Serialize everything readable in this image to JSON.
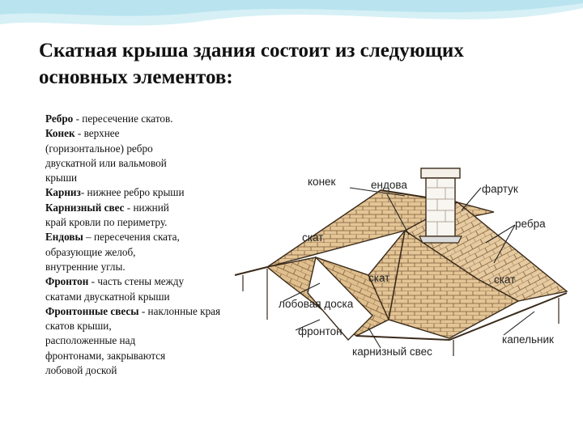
{
  "slide": {
    "title_line1": "Скатная крыша здания состоит из следующих",
    "title_line2": "основных элементов:",
    "definitions": [
      {
        "term": "Ребро",
        "sep": " - ",
        "lines": [
          "пересечение скатов."
        ]
      },
      {
        "term": "Конек",
        "sep": " - ",
        "lines": [
          "верхнее",
          "(горизонтальное) ребро",
          "двускатной или вальмовой",
          "крыши"
        ]
      },
      {
        "term": "Карниз",
        "sep": "- ",
        "lines": [
          "нижнее ребро крыши"
        ]
      },
      {
        "term": "Карнизный свес",
        "sep": " - ",
        "lines": [
          "нижний",
          "край кровли по периметру."
        ]
      },
      {
        "term": "Ендовы",
        "sep": " – ",
        "lines": [
          "пересечения ската,",
          "образующие желоб,",
          "внутренние углы."
        ]
      },
      {
        "term": "Фронтон",
        "sep": " - ",
        "lines": [
          "часть стены между",
          "скатами двускатной крыши"
        ]
      },
      {
        "term": "Фронтонные свесы",
        "sep": " - ",
        "lines": [
          "наклонные края скатов крыши,",
          "расположенные над",
          "фронтонами, закрываются",
          "лобовой доской"
        ]
      }
    ]
  },
  "diagram": {
    "labels": {
      "konek": "конек",
      "endova": "ендова",
      "fartuk": "фартук",
      "rebra": "ребра",
      "skat1": "скат",
      "skat2": "скат",
      "skat3": "скат",
      "lobovaya": "лобовая доска",
      "fronton": "фронтон",
      "karniz": "карнизный свес",
      "kapelnik": "капельник"
    }
  },
  "colors": {
    "tile": "#e3c596",
    "tile_line": "#6b4b2a",
    "wave": "#c7e9f2"
  }
}
